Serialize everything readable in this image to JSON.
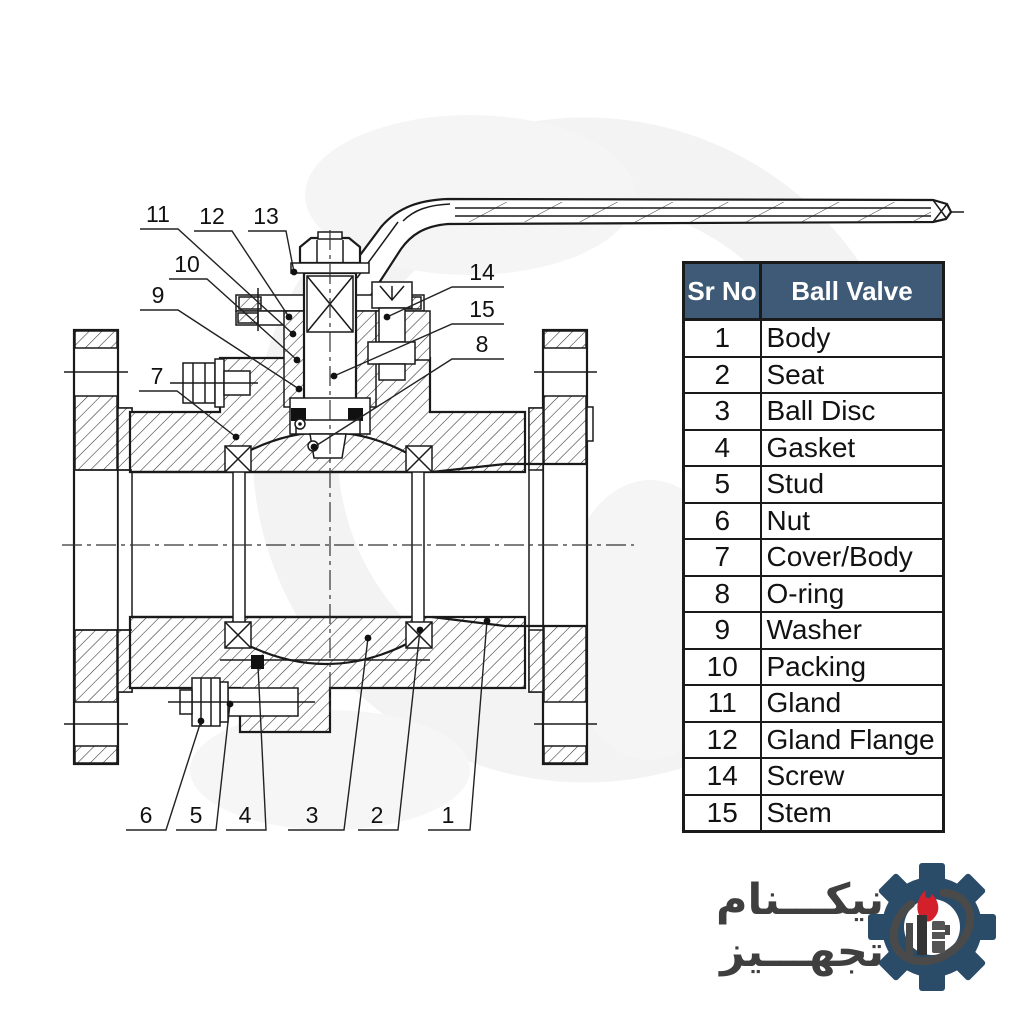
{
  "drawing": {
    "callout_labels": [
      "11",
      "12",
      "13",
      "10",
      "9",
      "7",
      "14",
      "15",
      "8",
      "6",
      "5",
      "4",
      "3",
      "2",
      "1"
    ]
  },
  "table": {
    "headers": [
      "Sr No",
      "Ball Valve"
    ],
    "rows": [
      [
        "1",
        "Body"
      ],
      [
        "2",
        "Seat"
      ],
      [
        "3",
        "Ball Disc"
      ],
      [
        "4",
        "Gasket"
      ],
      [
        "5",
        "Stud"
      ],
      [
        "6",
        "Nut"
      ],
      [
        "7",
        "Cover/Body"
      ],
      [
        "8",
        "O-ring"
      ],
      [
        "9",
        "Washer"
      ],
      [
        "10",
        "Packing"
      ],
      [
        "11",
        "Gland"
      ],
      [
        "12",
        "Gland Flange"
      ],
      [
        "14",
        "Screw"
      ],
      [
        "15",
        "Stem"
      ]
    ]
  },
  "logo": {
    "name_line1": "نيكـــنام",
    "name_line2": "تجهـــيز"
  },
  "colors": {
    "table_header_bg": "#3e5a76",
    "table_header_text": "#ffffff",
    "drawing_line": "#1a1a1a",
    "logo_navy": "#2b4c68",
    "logo_flame": "#d3202a",
    "logo_text": "#3f3f3f"
  }
}
